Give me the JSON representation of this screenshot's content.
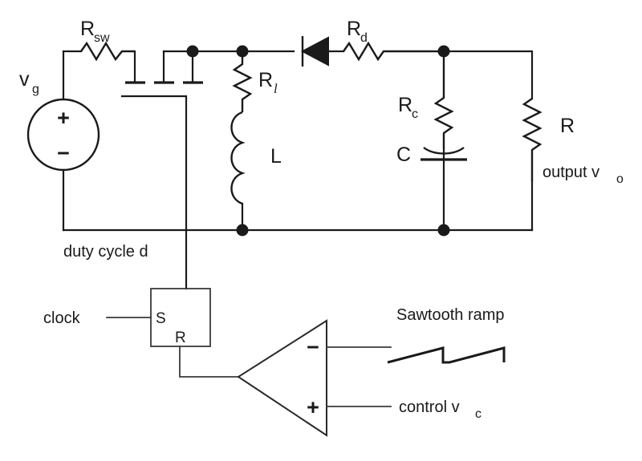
{
  "diagram": {
    "title": "switching-converter-schematic",
    "colors": {
      "line": "#1a1a1a",
      "line_light": "#3a3a3a",
      "background": "#ffffff"
    }
  },
  "labels": {
    "source": {
      "name": "v",
      "sub": "g"
    },
    "switch_resistor": {
      "name": "R",
      "sub": "sw"
    },
    "inductor_resistor": {
      "name": "R",
      "sub": "l"
    },
    "inductor": {
      "name": "L"
    },
    "diode_resistor": {
      "name": "R",
      "sub": "d"
    },
    "capacitor_resistor": {
      "name": "R",
      "sub": "c"
    },
    "capacitor": {
      "name": "C"
    },
    "load_resistor": {
      "name": "R"
    },
    "output": {
      "text": "output v",
      "sub": "o"
    },
    "duty_cycle": {
      "text": "duty cycle d"
    },
    "clock": {
      "text": "clock"
    },
    "flipflop": {
      "set_pin": "S",
      "reset_pin": "R"
    },
    "comparator": {
      "minus_pin": "−",
      "plus_pin": "+"
    },
    "sawtooth": {
      "text": "Sawtooth ramp"
    },
    "control": {
      "text": "control v",
      "sub": "c"
    },
    "source_polarity": {
      "plus": "+",
      "minus": "−"
    }
  },
  "components": [
    {
      "id": "vg",
      "type": "voltage-source",
      "label": "v_g"
    },
    {
      "id": "rsw",
      "type": "resistor",
      "label": "R_sw"
    },
    {
      "id": "sw",
      "type": "mosfet-switch",
      "label": "switch"
    },
    {
      "id": "rl",
      "type": "resistor",
      "label": "R_l"
    },
    {
      "id": "l",
      "type": "inductor",
      "label": "L"
    },
    {
      "id": "d",
      "type": "diode",
      "label": "diode"
    },
    {
      "id": "rd",
      "type": "resistor",
      "label": "R_d"
    },
    {
      "id": "rc",
      "type": "resistor",
      "label": "R_c"
    },
    {
      "id": "c",
      "type": "capacitor",
      "label": "C"
    },
    {
      "id": "r",
      "type": "resistor",
      "label": "R"
    },
    {
      "id": "ff",
      "type": "sr-flip-flop",
      "label": "SR"
    },
    {
      "id": "cmp",
      "type": "comparator",
      "label": "comparator"
    },
    {
      "id": "ramp",
      "type": "sawtooth-waveform",
      "label": "Sawtooth ramp"
    }
  ]
}
